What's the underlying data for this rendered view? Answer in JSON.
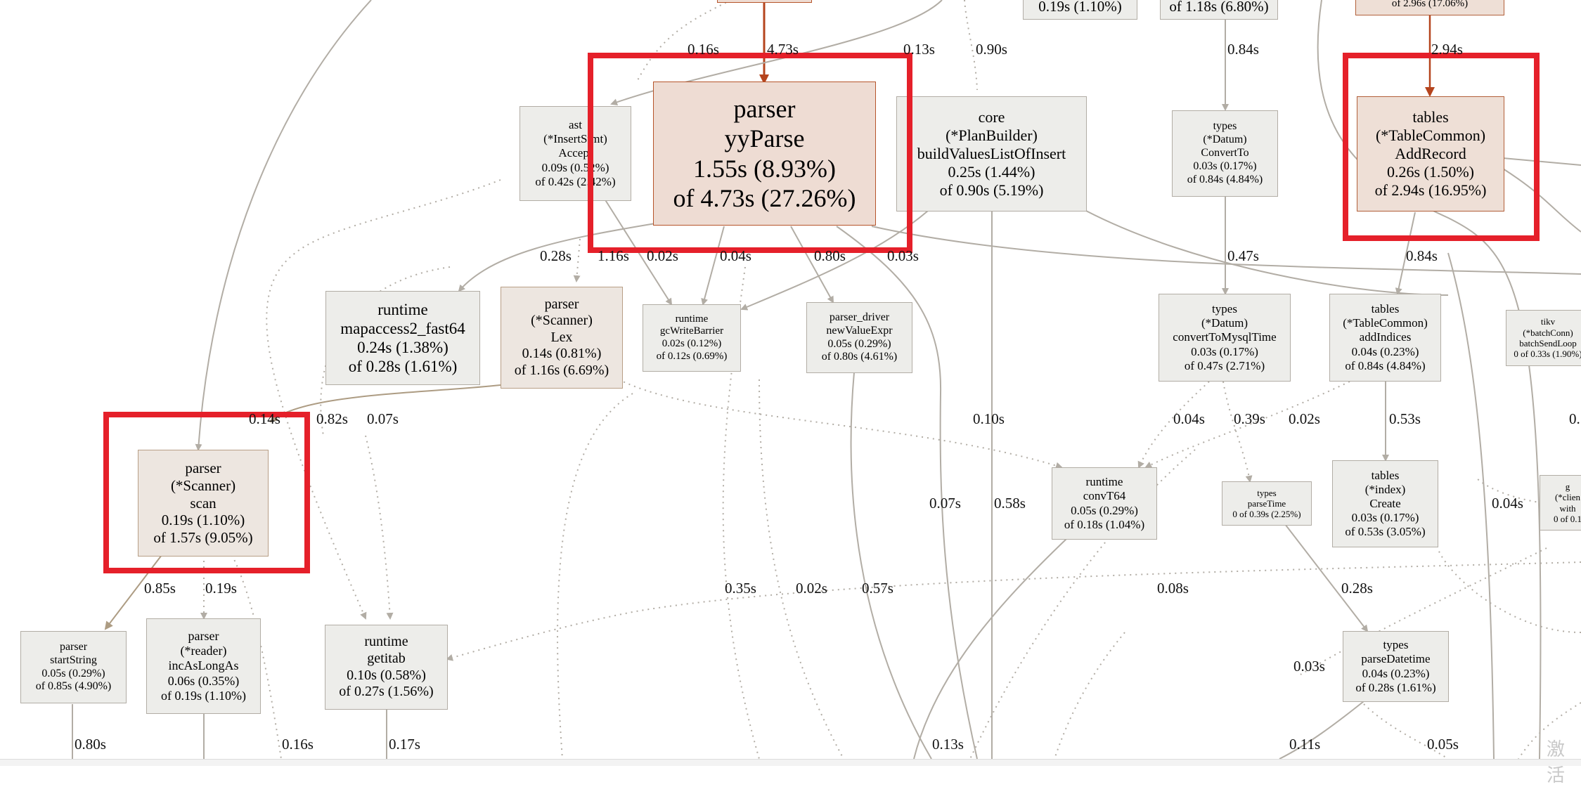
{
  "colors": {
    "highlight": "#e5202a",
    "hot_edge": "#b5441d",
    "edge": "#b2ada5",
    "warm_edge": "#ad9c83"
  },
  "nodes": [
    {
      "lines": [
        "0.19s (1.10%)"
      ]
    },
    {
      "lines": [
        "of 1.18s (6.80%)"
      ]
    },
    {
      "lines": [
        "of 2.96s (17.06%)"
      ]
    },
    {
      "lines": [
        "ast",
        "(*InsertStmt)",
        "Accept",
        "0.09s (0.52%)",
        "of 0.42s (2.42%)"
      ]
    },
    {
      "lines": [
        "parser",
        "yyParse",
        "1.55s (8.93%)",
        "of 4.73s (27.26%)"
      ]
    },
    {
      "lines": [
        "core",
        "(*PlanBuilder)",
        "buildValuesListOfInsert",
        "0.25s (1.44%)",
        "of 0.90s (5.19%)"
      ]
    },
    {
      "lines": [
        "types",
        "(*Datum)",
        "ConvertTo",
        "0.03s (0.17%)",
        "of 0.84s (4.84%)"
      ]
    },
    {
      "lines": [
        "tables",
        "(*TableCommon)",
        "AddRecord",
        "0.26s (1.50%)",
        "of 2.94s (16.95%)"
      ]
    },
    {
      "lines": [
        "runtime",
        "mapaccess2_fast64",
        "0.24s (1.38%)",
        "of 0.28s (1.61%)"
      ]
    },
    {
      "lines": [
        "parser",
        "(*Scanner)",
        "Lex",
        "0.14s (0.81%)",
        "of 1.16s (6.69%)"
      ]
    },
    {
      "lines": [
        "runtime",
        "gcWriteBarrier",
        "0.02s (0.12%)",
        "of 0.12s (0.69%)"
      ]
    },
    {
      "lines": [
        "parser_driver",
        "newValueExpr",
        "0.05s (0.29%)",
        "of 0.80s (4.61%)"
      ]
    },
    {
      "lines": [
        "types",
        "(*Datum)",
        "convertToMysqlTime",
        "0.03s (0.17%)",
        "of 0.47s (2.71%)"
      ]
    },
    {
      "lines": [
        "tables",
        "(*TableCommon)",
        "addIndices",
        "0.04s (0.23%)",
        "of 0.84s (4.84%)"
      ]
    },
    {
      "lines": [
        "tikv",
        "(*batchConn)",
        "batchSendLoop",
        "0 of 0.33s (1.90%)"
      ]
    },
    {
      "lines": [
        "parser",
        "(*Scanner)",
        "scan",
        "0.19s (1.10%)",
        "of 1.57s (9.05%)"
      ]
    },
    {
      "lines": [
        "runtime",
        "convT64",
        "0.05s (0.29%)",
        "of 0.18s (1.04%)"
      ]
    },
    {
      "lines": [
        "types",
        "parseTime",
        "0 of 0.39s (2.25%)"
      ]
    },
    {
      "lines": [
        "tables",
        "(*index)",
        "Create",
        "0.03s (0.17%)",
        "of 0.53s (3.05%)"
      ]
    },
    {
      "lines": [
        "g",
        "(*clien",
        "with",
        "0 of 0.1"
      ]
    },
    {
      "lines": [
        "parser",
        "startString",
        "0.05s (0.29%)",
        "of 0.85s (4.90%)"
      ]
    },
    {
      "lines": [
        "parser",
        "(*reader)",
        "incAsLongAs",
        "0.06s (0.35%)",
        "of 0.19s (1.10%)"
      ]
    },
    {
      "lines": [
        "runtime",
        "getitab",
        "0.10s (0.58%)",
        "of 0.27s (1.56%)"
      ]
    },
    {
      "lines": [
        "types",
        "parseDatetime",
        "0.04s (0.23%)",
        "of 0.28s (1.61%)"
      ]
    }
  ],
  "edge_labels": [
    "0.16s",
    "4.73s",
    "0.13s",
    "0.90s",
    "0.84s",
    "2.94s",
    "0.28s",
    "1.16s",
    "0.02s",
    "0.04s",
    "0.80s",
    "0.03s",
    "0.47s",
    "0.84s",
    "0.14s",
    "0.82s",
    "0.07s",
    "0.10s",
    "0.04s",
    "0.39s",
    "0.02s",
    "0.53s",
    "0.",
    "0.07s",
    "0.58s",
    "0.04s",
    "0.85s",
    "0.19s",
    "0.35s",
    "0.02s",
    "0.57s",
    "0.08s",
    "0.28s",
    "0.03s",
    "0.80s",
    "0.16s",
    "0.17s",
    "0.13s",
    "0.11s",
    "0.05s"
  ],
  "watermark": "激活"
}
